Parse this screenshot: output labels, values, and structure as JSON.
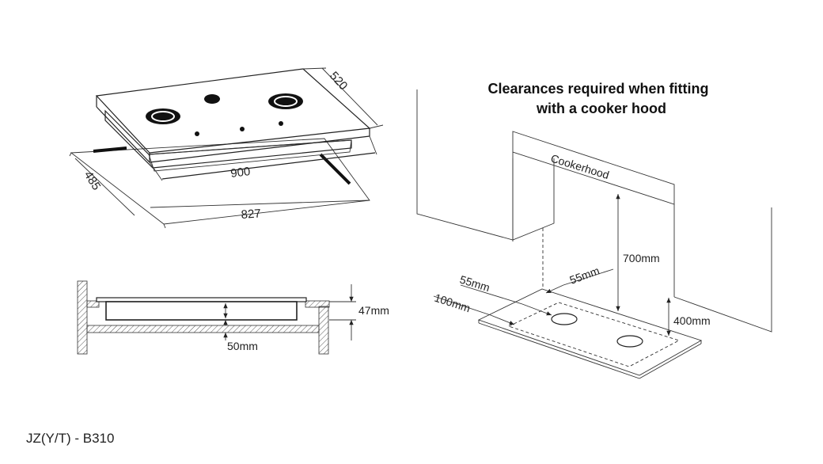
{
  "title": {
    "line1": "Clearances required when fitting",
    "line2": "with a cooker hood"
  },
  "hob_top": {
    "depth": "520",
    "width": "900",
    "cutout_depth": "485",
    "cutout_width": "827"
  },
  "section": {
    "height": "47mm",
    "gap": "50mm"
  },
  "clearance": {
    "hood_label": "Cookerhood",
    "hood_height": "700mm",
    "side_left": "55mm",
    "side_right": "55mm",
    "back": "100mm",
    "wall_height": "400mm"
  },
  "model": "JZ(Y/T) - B310"
}
